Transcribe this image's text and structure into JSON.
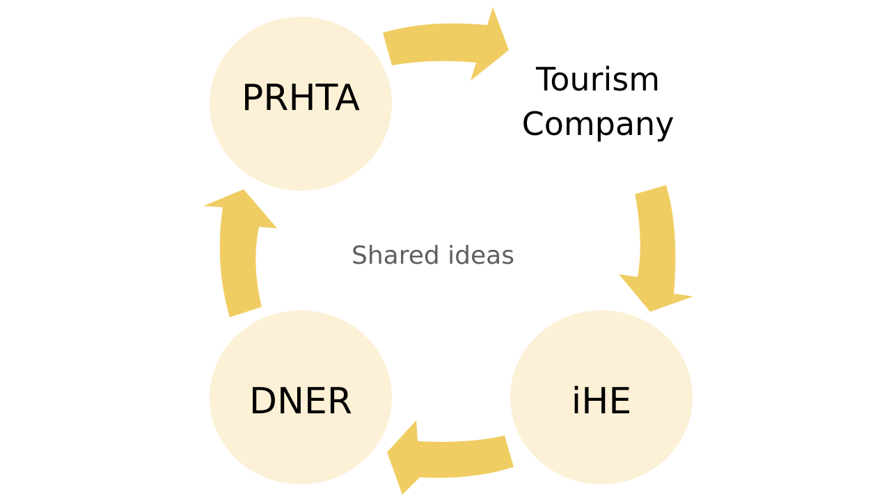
{
  "colors": {
    "arrow": "#f0cd63",
    "circle_fill": "#fcf0d6",
    "node_text": "#000000",
    "center_text": "#5f5f5f",
    "background": "#ffffff"
  },
  "diagram": {
    "center_label": "Shared ideas",
    "nodes": [
      {
        "label": "PRHTA",
        "style": "circle"
      },
      {
        "label": "Tourism\nCompany",
        "style": "plain"
      },
      {
        "label": "iHE",
        "style": "circle"
      },
      {
        "label": "DNER",
        "style": "circle"
      }
    ],
    "arrows": [
      {
        "from": "PRHTA",
        "to": "Tourism\nCompany"
      },
      {
        "from": "Tourism\nCompany",
        "to": "iHE"
      },
      {
        "from": "iHE",
        "to": "DNER"
      },
      {
        "from": "DNER",
        "to": "PRHTA"
      }
    ]
  }
}
